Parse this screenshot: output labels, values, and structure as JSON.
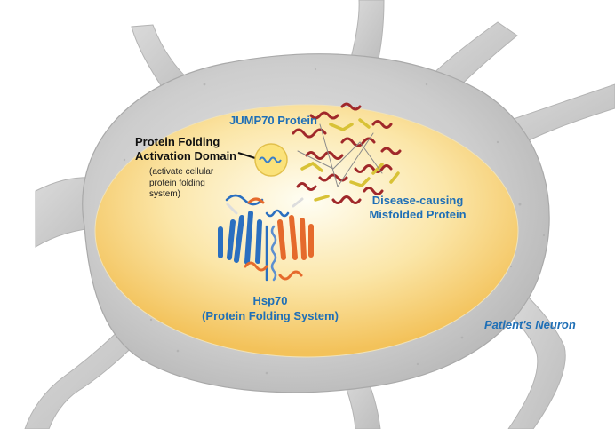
{
  "labels": {
    "jump70": "JUMP70 Protein",
    "activation_title_line1": "Protein Folding",
    "activation_title_line2": "Activation Domain",
    "activation_desc_line1": "(activate cellular",
    "activation_desc_line2": "protein folding",
    "activation_desc_line3": "system)",
    "misfolded_line1": "Disease-causing",
    "misfolded_line2": "Misfolded  Protein",
    "hsp70_line1": "Hsp70",
    "hsp70_line2": "(Protein Folding System)",
    "neuron": "Patient's Neuron"
  },
  "colors": {
    "label_blue": "#1f6fb6",
    "cytoplasm_yellow": "#f6c860",
    "neuron_gray": "#cfcfcf",
    "helix_red": "#a0282a",
    "helix_yellow": "#d8c236",
    "hsp_blue": "#2a6fc0",
    "hsp_orange": "#e56a2c"
  }
}
